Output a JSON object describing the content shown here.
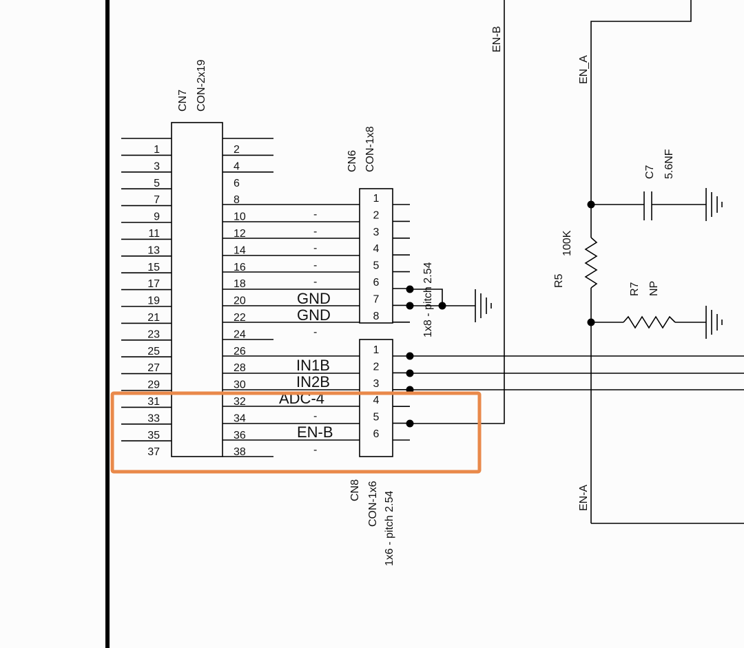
{
  "colors": {
    "highlight": "#e9894a",
    "wire": "#000000",
    "background": "#fcfcfc"
  },
  "cn7": {
    "ref": "CN7",
    "value": "CON-2x19",
    "left_pins": [
      "1",
      "3",
      "5",
      "7",
      "9",
      "11",
      "13",
      "15",
      "17",
      "19",
      "21",
      "23",
      "25",
      "27",
      "29",
      "31",
      "33",
      "35",
      "37"
    ],
    "right_pins": [
      "2",
      "4",
      "6",
      "8",
      "10",
      "12",
      "14",
      "16",
      "18",
      "20",
      "22",
      "24",
      "26",
      "28",
      "30",
      "32",
      "34",
      "36",
      "38"
    ]
  },
  "cn6": {
    "ref": "CN6",
    "value": "CON-1x8",
    "pitch": "1x8 - pitch 2.54",
    "pins": [
      "1",
      "2",
      "3",
      "4",
      "5",
      "6",
      "7",
      "8"
    ]
  },
  "cn8": {
    "ref": "CN8",
    "value": "CON-1x6",
    "pitch": "1x6 - pitch 2.54",
    "pins": [
      "1",
      "2",
      "3",
      "4",
      "5",
      "6"
    ]
  },
  "nets": {
    "dash": "-",
    "gnd": "GND",
    "in1b": "IN1B",
    "in2b": "IN2B",
    "adc4": "ADC-4",
    "enb": "EN-B",
    "enb_top": "EN-B",
    "en_a_top": "EN_A",
    "en_a_bottom": "EN-A"
  },
  "r5": {
    "ref": "R5",
    "value": "100K"
  },
  "r7": {
    "ref": "R7",
    "value": "NP"
  },
  "c7": {
    "ref": "C7",
    "value": "5.6NF"
  }
}
